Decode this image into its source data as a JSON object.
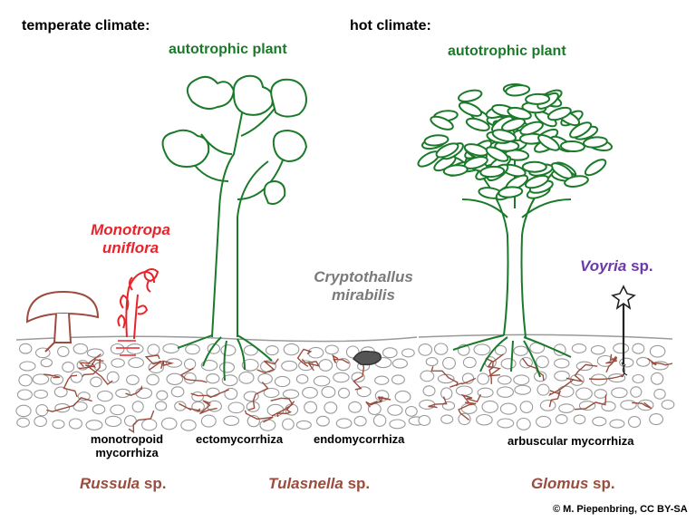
{
  "headings": {
    "temperate": "temperate climate:",
    "hot": "hot climate:"
  },
  "plants": {
    "temperate_autotroph": "autotrophic plant",
    "hot_autotroph": "autotrophic plant"
  },
  "species": {
    "monotropa_line1": "Monotropa",
    "monotropa_line2": "uniflora",
    "cryptothallus_line1": "Cryptothallus",
    "cryptothallus_line2": "mirabilis",
    "voyria_genus": "Voyria",
    "voyria_sp": " sp."
  },
  "mycorrhiza_types": {
    "monotropoid_line1": "monotropoid",
    "monotropoid_line2": "mycorrhiza",
    "ecto": "ectomycorrhiza",
    "endo": "endomycorrhiza",
    "arbuscular": "arbuscular mycorrhiza"
  },
  "fungi": {
    "russula_genus": "Russula",
    "russula_sp": " sp.",
    "tulasnella_genus": "Tulasnella",
    "tulasnella_sp": " sp.",
    "glomus_genus": "Glomus",
    "glomus_sp": " sp."
  },
  "credit": "© M. Piepenbring, CC BY-SA",
  "colors": {
    "plant_green": "#1a7a2a",
    "monotropa_red": "#e8242a",
    "fungus_brown": "#9a4c3e",
    "cryptothallus_grey": "#7a7a7a",
    "voyria_purple": "#6b3aa8",
    "soil_grey": "#9a9a9a"
  }
}
